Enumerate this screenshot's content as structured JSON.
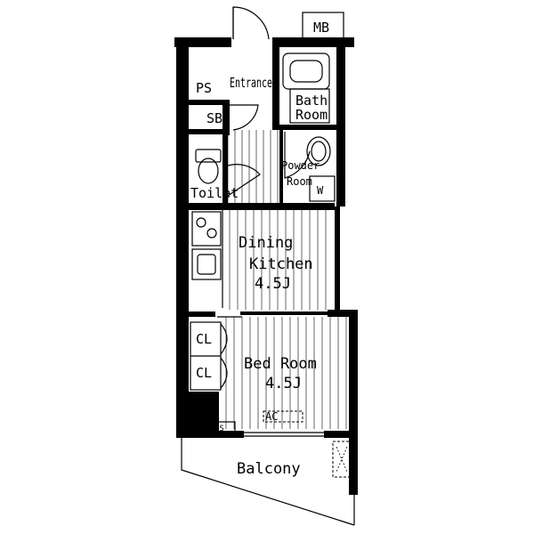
{
  "labels": {
    "mb": "MB",
    "ps_top": "PS",
    "entrance": "Entrance",
    "bath_line1": "Bath",
    "bath_line2": "Room",
    "sb": "SB",
    "powder_line1": "Powder",
    "powder_line2": "Room",
    "toilet": "Toilet",
    "w": "W",
    "dk_line1": "Dining",
    "dk_line2": "Kitchen",
    "dk_size": "4.5J",
    "cl_1": "CL",
    "cl_2": "CL",
    "bed_line1": "Bed Room",
    "bed_size": "4.5J",
    "ac": "AC",
    "ps_bottom": "PS",
    "balcony": "Balcony"
  }
}
